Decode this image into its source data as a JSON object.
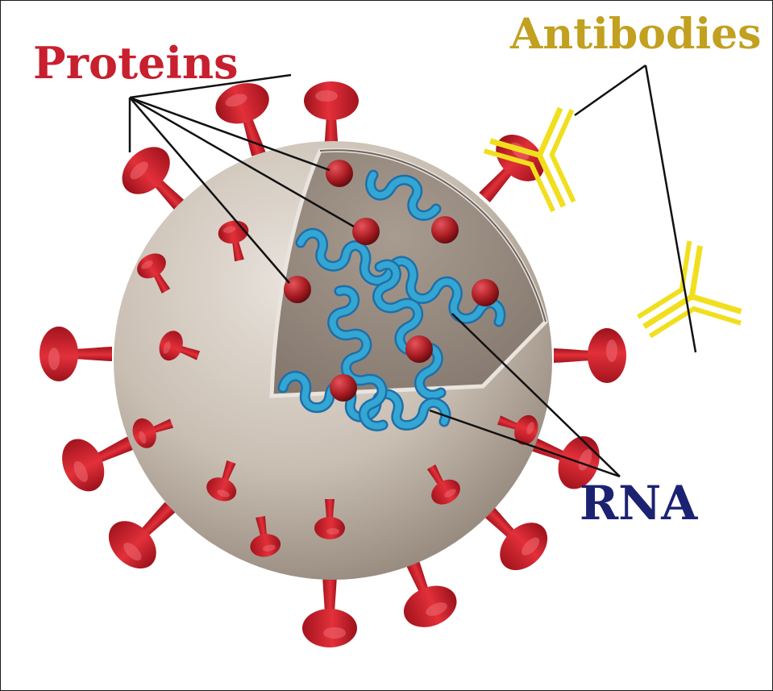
{
  "labels": {
    "proteins": "Proteins",
    "antibodies": "Antibodies",
    "rna": "RNA"
  },
  "colors": {
    "proteins": "#c8202e",
    "antibodies": "#c2a020",
    "rna": "#1c2272",
    "spike": "#d41f2a",
    "envelope": "#c9beb2",
    "rna_strand": "#33a6d4",
    "antibody_body": "#f1df1e",
    "leader_line": "#111111"
  }
}
